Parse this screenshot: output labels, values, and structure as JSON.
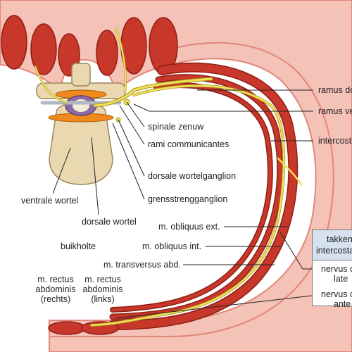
{
  "labels": {
    "ramus_dorsalis": "ramus do",
    "ramus_ventralis": "ramus ve",
    "intercostalis": "intercost",
    "spinale_zenuw": "spinale zenuw",
    "rami_communicantes": "rami communicantes",
    "dorsale_wortelganglion": "dorsale wortelganglion",
    "grensstrengganglion": "grensstrengganglion",
    "ventrale_wortel": "ventrale wortel",
    "dorsale_wortel": "dorsale wortel",
    "obliquus_ext": "m. obliquus ext.",
    "obliquus_int": "m. obliquus int.",
    "transversus": "m. transversus abd.",
    "buikholte": "buikholte",
    "rectus_rechts": [
      "m. rectus",
      "abdominis",
      "(rechts)"
    ],
    "rectus_links": [
      "m. rectus",
      "abdominis",
      "(links)"
    ]
  },
  "legend_box": {
    "title_line1": "takken",
    "title_line2": "intercosta",
    "item1_line1": "nervus c",
    "item1_line2": "late",
    "item2_line1": "nervus c",
    "item2_line2": "ante"
  },
  "colors": {
    "skin": "#f4c2b6",
    "skin_outline": "#e2867a",
    "muscle": "#c8382a",
    "muscle_dark": "#8f1d14",
    "nerve": "#f2e25a",
    "nerve_outline": "#a88f1a",
    "bone": "#e9d8b0",
    "bone_outline": "#9c8659",
    "disc": "#f08a1e",
    "cord": "#8c6aa6",
    "legend_header": "#d6e2ef"
  }
}
